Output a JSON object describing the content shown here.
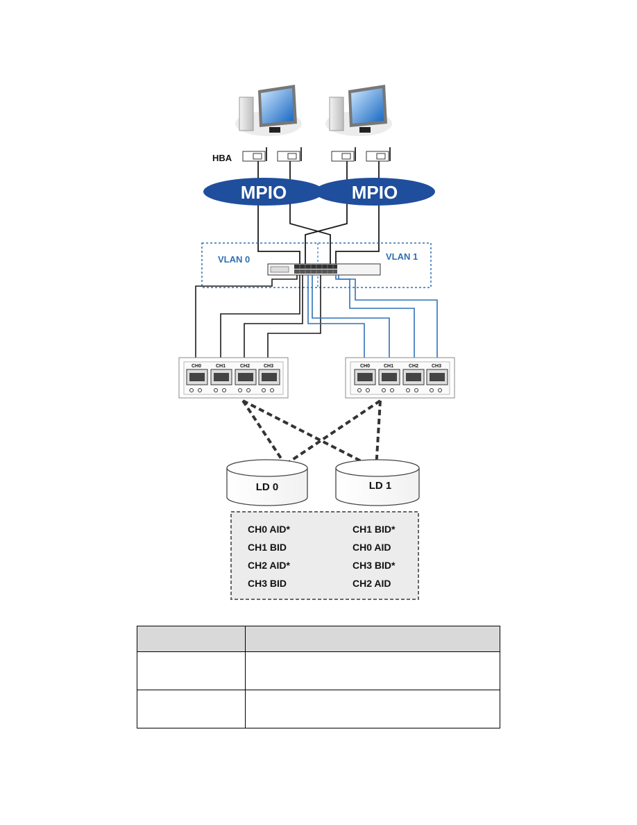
{
  "labels": {
    "hba": "HBA",
    "mpio_left": "MPIO",
    "mpio_right": "MPIO",
    "vlan0": "VLAN 0",
    "vlan1": "VLAN 1",
    "ld0": "LD 0",
    "ld1": "LD 1"
  },
  "controllers": [
    {
      "ports": [
        "CH0",
        "CH1",
        "CH2",
        "CH3"
      ]
    },
    {
      "ports": [
        "CH0",
        "CH1",
        "CH2",
        "CH3"
      ]
    }
  ],
  "mapping": {
    "left": [
      "CH0 AID*",
      "CH1 BID",
      "CH2 AID*",
      "CH3 BID"
    ],
    "right": [
      "CH1 BID*",
      "CH0 AID",
      "CH3 BID*",
      "CH2 AID"
    ]
  },
  "colors": {
    "mpio": "#1f4e9c",
    "vlan": "#2d6fb5",
    "link_black": "#1a1a1a",
    "link_blue": "#2e70b8",
    "mapping_bg": "#ececec"
  }
}
